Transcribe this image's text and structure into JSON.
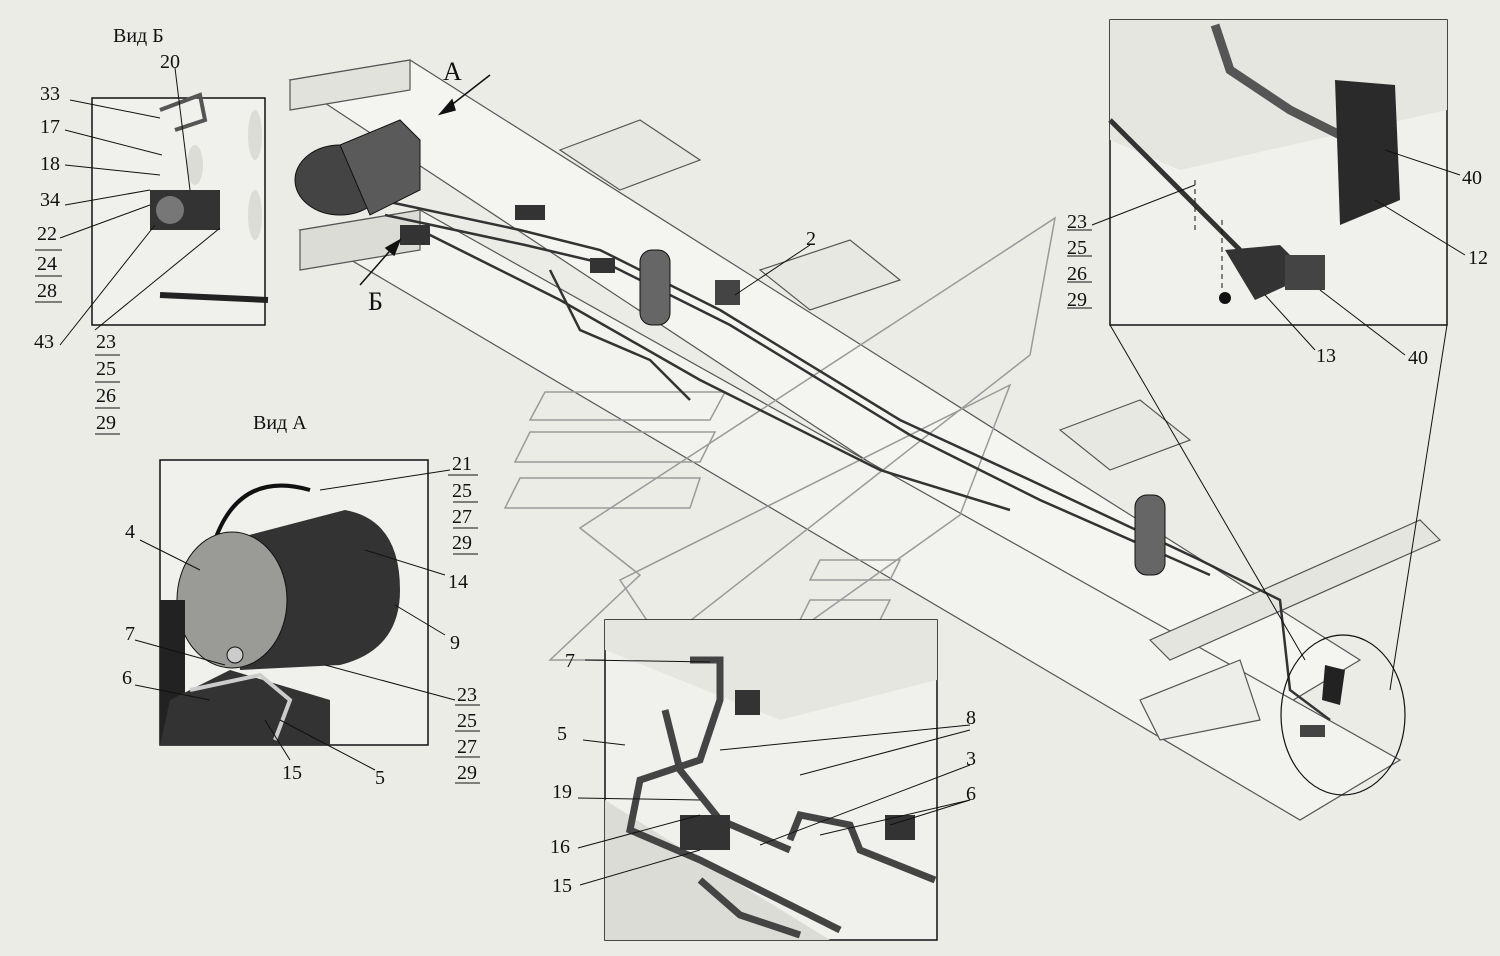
{
  "views": {
    "view_b_title": "Вид Б",
    "view_a_title": "Вид А",
    "arrow_a": "А",
    "arrow_b": "Б"
  },
  "callouts": {
    "b": [
      "33",
      "17",
      "18",
      "34",
      "22",
      "24",
      "28",
      "43",
      "20",
      "23",
      "25",
      "26",
      "29"
    ],
    "a": [
      "21",
      "25",
      "27",
      "29",
      "4",
      "14",
      "9",
      "7",
      "6",
      "23",
      "25",
      "27",
      "29",
      "15",
      "5"
    ],
    "main": [
      "2"
    ],
    "tr": [
      "23",
      "25",
      "26",
      "29",
      "40",
      "12",
      "13",
      "40"
    ],
    "bot": [
      "7",
      "5",
      "8",
      "3",
      "6",
      "19",
      "16",
      "15"
    ]
  },
  "colors": {
    "background": "#ebece6",
    "frame": "#f5f5f3",
    "line": "#111111",
    "watermark": "#9a9a9a"
  }
}
